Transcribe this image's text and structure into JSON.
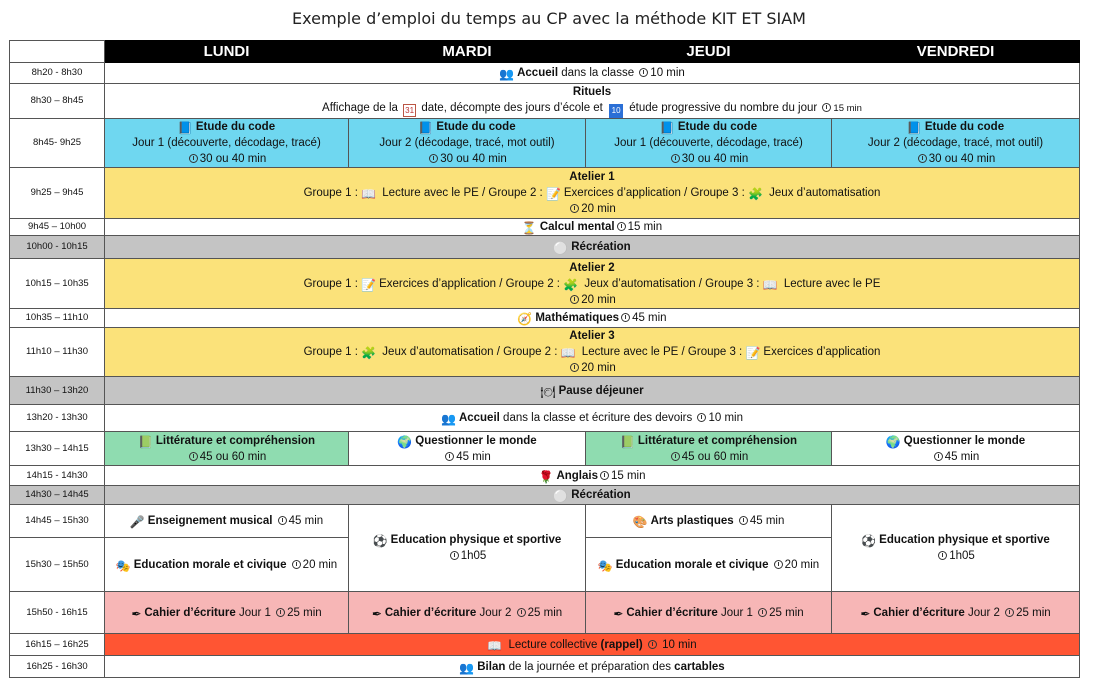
{
  "title": "Exemple d’emploi du temps au CP avec la méthode KIT ET SIAM",
  "days": [
    "LUNDI",
    "MARDI",
    "JEUDI",
    "VENDREDI"
  ],
  "times": [
    "8h20 - 8h30",
    "8h30 – 8h45",
    "8h45- 9h25",
    "9h25 – 9h45",
    "9h45 – 10h00",
    "10h00 - 10h15",
    "10h15 – 10h35",
    "10h35 – 11h10",
    "11h10 – 11h30",
    "11h30 – 13h20",
    "13h20 - 13h30",
    "13h30 – 14h15",
    "14h15 - 14h30",
    "14h30 – 14h45",
    "14h45 – 15h30",
    "15h30 – 15h50",
    "15h50 - 16h15",
    "16h15 – 16h25",
    "16h25 - 16h30"
  ],
  "r1": {
    "bold": "Accueil",
    "rest": " dans la classe ",
    "dur": "10 min"
  },
  "r2": {
    "title": "Rituels",
    "t1": "Affichage de la ",
    "cal": "31",
    "t2": " date, décompte des jours d’école et ",
    "num": "10",
    "t3": " étude progressive du nombre du jour ",
    "dur": "15 min"
  },
  "r3": [
    {
      "title": "Etude du code",
      "desc": "Jour 1 (découverte, décodage, tracé)",
      "dur": "30 ou 40 min"
    },
    {
      "title": "Etude du code",
      "desc": "Jour 2 (décodage, tracé, mot outil)",
      "dur": "30 ou 40 min"
    },
    {
      "title": "Etude du code",
      "desc": "Jour 1 (découverte, décodage, tracé)",
      "dur": "30 ou 40 min"
    },
    {
      "title": "Etude du code",
      "desc": "Jour 2 (décodage, tracé, mot outil)",
      "dur": "30 ou 40 min"
    }
  ],
  "r4": {
    "title": "Atelier 1",
    "g1": "Groupe 1 : ",
    "a1": " Lecture avec le PE / Groupe 2 : ",
    "a2": "Exercices d’application / Groupe 3 : ",
    "a3": " Jeux d’automatisation",
    "dur": "20 min"
  },
  "r5": {
    "bold": "Calcul mental",
    "dur": "15 min"
  },
  "r6": {
    "bold": "Récréation"
  },
  "r7": {
    "title": "Atelier 2",
    "g1": "Groupe 1 : ",
    "a1": "Exercices d’application / Groupe 2 : ",
    "a2": " Jeux d’automatisation / Groupe 3 : ",
    "a3": " Lecture avec le PE",
    "dur": "20 min"
  },
  "r8": {
    "bold": "Mathématiques",
    "dur": "45 min"
  },
  "r9": {
    "title": "Atelier 3",
    "g1": "Groupe 1 : ",
    "a1": " Jeux d’automatisation / Groupe 2 : ",
    "a2": " Lecture avec le PE / Groupe 3 : ",
    "a3": "Exercices d’application",
    "dur": "20 min"
  },
  "r10": {
    "bold": "Pause déjeuner"
  },
  "r11": {
    "bold": "Accueil",
    "rest": " dans la classe et écriture des devoirs ",
    "dur": "10 min"
  },
  "r12": [
    {
      "title": "Littérature et compréhension",
      "dur": "45 ou 60 min"
    },
    {
      "title": "Questionner le monde",
      "dur": "45 min"
    },
    {
      "title": "Littérature et compréhension",
      "dur": "45 ou 60 min"
    },
    {
      "title": "Questionner le monde",
      "dur": "45 min"
    }
  ],
  "r13": {
    "bold": "Anglais",
    "dur": "15 min"
  },
  "r14": {
    "bold": "Récréation"
  },
  "r15": {
    "lundi": {
      "title": "Enseignement musical",
      "dur": "45 min"
    },
    "mardi": {
      "title": "Education physique et sportive",
      "dur": "1h05"
    },
    "jeudi": {
      "title": "Arts plastiques",
      "dur": "45 min"
    },
    "vendredi": {
      "title": "Education physique et sportive",
      "dur": "1h05"
    }
  },
  "r16": {
    "lundi": {
      "title": "Education morale et civique",
      "dur": "20 min"
    },
    "jeudi": {
      "title": "Education morale et civique",
      "dur": "20 min"
    }
  },
  "r17": [
    {
      "title": "Cahier d’écriture",
      "jour": " Jour 1 ",
      "dur": "25 min"
    },
    {
      "title": "Cahier d’écriture",
      "jour": " Jour 2 ",
      "dur": "25 min"
    },
    {
      "title": "Cahier d’écriture",
      "jour": " Jour 1 ",
      "dur": "25 min"
    },
    {
      "title": "Cahier d’écriture",
      "jour": " Jour 2 ",
      "dur": "25 min"
    }
  ],
  "r18": {
    "t1": " Lecture collective ",
    "bold": "(rappel)",
    "dur": " 10 min"
  },
  "r19": {
    "b1": "Bilan",
    "t1": " de la journée et préparation des ",
    "b2": "cartables"
  },
  "colors": {
    "blue": "#6fd7f0",
    "yellow": "#fbe27a",
    "grey": "#c4c4c4",
    "green": "#8fdcb0",
    "pink": "#f7b6b6",
    "orange": "#ff5533"
  },
  "icons": [
    "people-icon",
    "calendar-icon",
    "number-icon",
    "book-icon",
    "clock-icon",
    "open-book-icon",
    "notepad-icon",
    "puzzle-icon",
    "hourglass-icon",
    "ball-icon",
    "compass-icon",
    "plate-icon",
    "globe-icon",
    "flag-icon",
    "microphone-icon",
    "mask-icon",
    "palette-icon",
    "soccer-ball-icon",
    "pen-icon"
  ]
}
